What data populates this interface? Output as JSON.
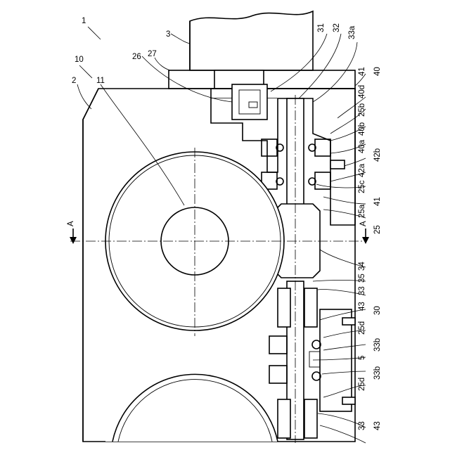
{
  "labels": {
    "n1": "1",
    "n3": "3",
    "n10": "10",
    "n2": "2",
    "n11": "11",
    "n26": "26",
    "n27": "27",
    "n31": "31",
    "n32": "32",
    "n33a": "33a",
    "n40": "40",
    "n41a": "41",
    "n40d": "40d",
    "n25b": "25b",
    "n40b": "40b",
    "n40a": "40a",
    "n42b": "42b",
    "n42a": "42a",
    "n25c": "25c",
    "n41b": "41",
    "n25a": "25a",
    "n25": "25",
    "n34": "34",
    "n35": "35",
    "n33x": "33",
    "n43a": "43",
    "n30": "30",
    "n25d1": "25d",
    "n33b1": "33b",
    "n5": "5",
    "n33b2": "33b",
    "n25d2": "25d",
    "n33y": "33",
    "n43b": "43",
    "secA_left": "A",
    "secA_right": "A"
  }
}
